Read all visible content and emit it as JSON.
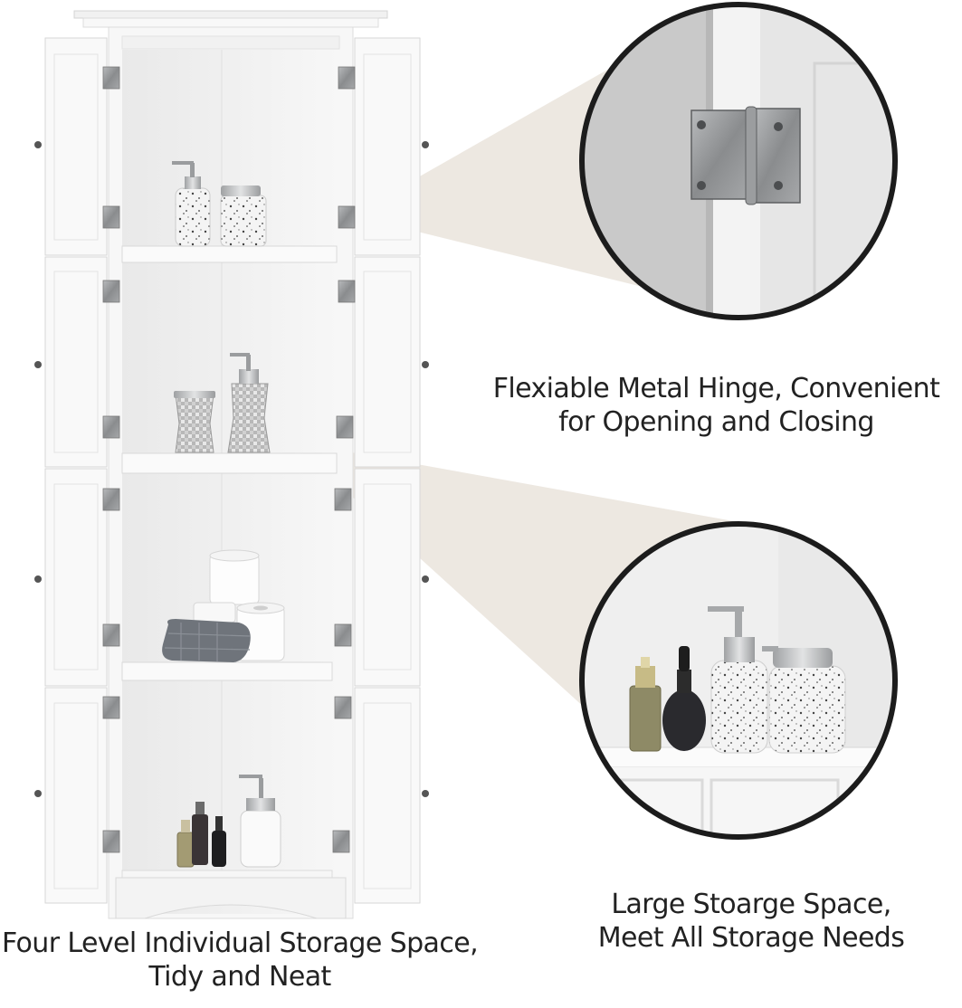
{
  "captions": {
    "hinge": {
      "line1": "Flexiable Metal Hinge, Convenient",
      "line2": "for Opening and Closing"
    },
    "storage": {
      "line1": "Large Stoarge Space,",
      "line2": "Meet All Storage Needs"
    },
    "levels": {
      "line1": "Four Level Individual Storage Space,",
      "line2": "Tidy and Neat"
    }
  },
  "colors": {
    "cabinet": "#f6f6f6",
    "cabinet_shade": "#e6e6e6",
    "callout_beam": "#ece7df",
    "circle_border": "#1c1c1c",
    "hinge_metal": "#8d8f91",
    "text": "#222222"
  }
}
